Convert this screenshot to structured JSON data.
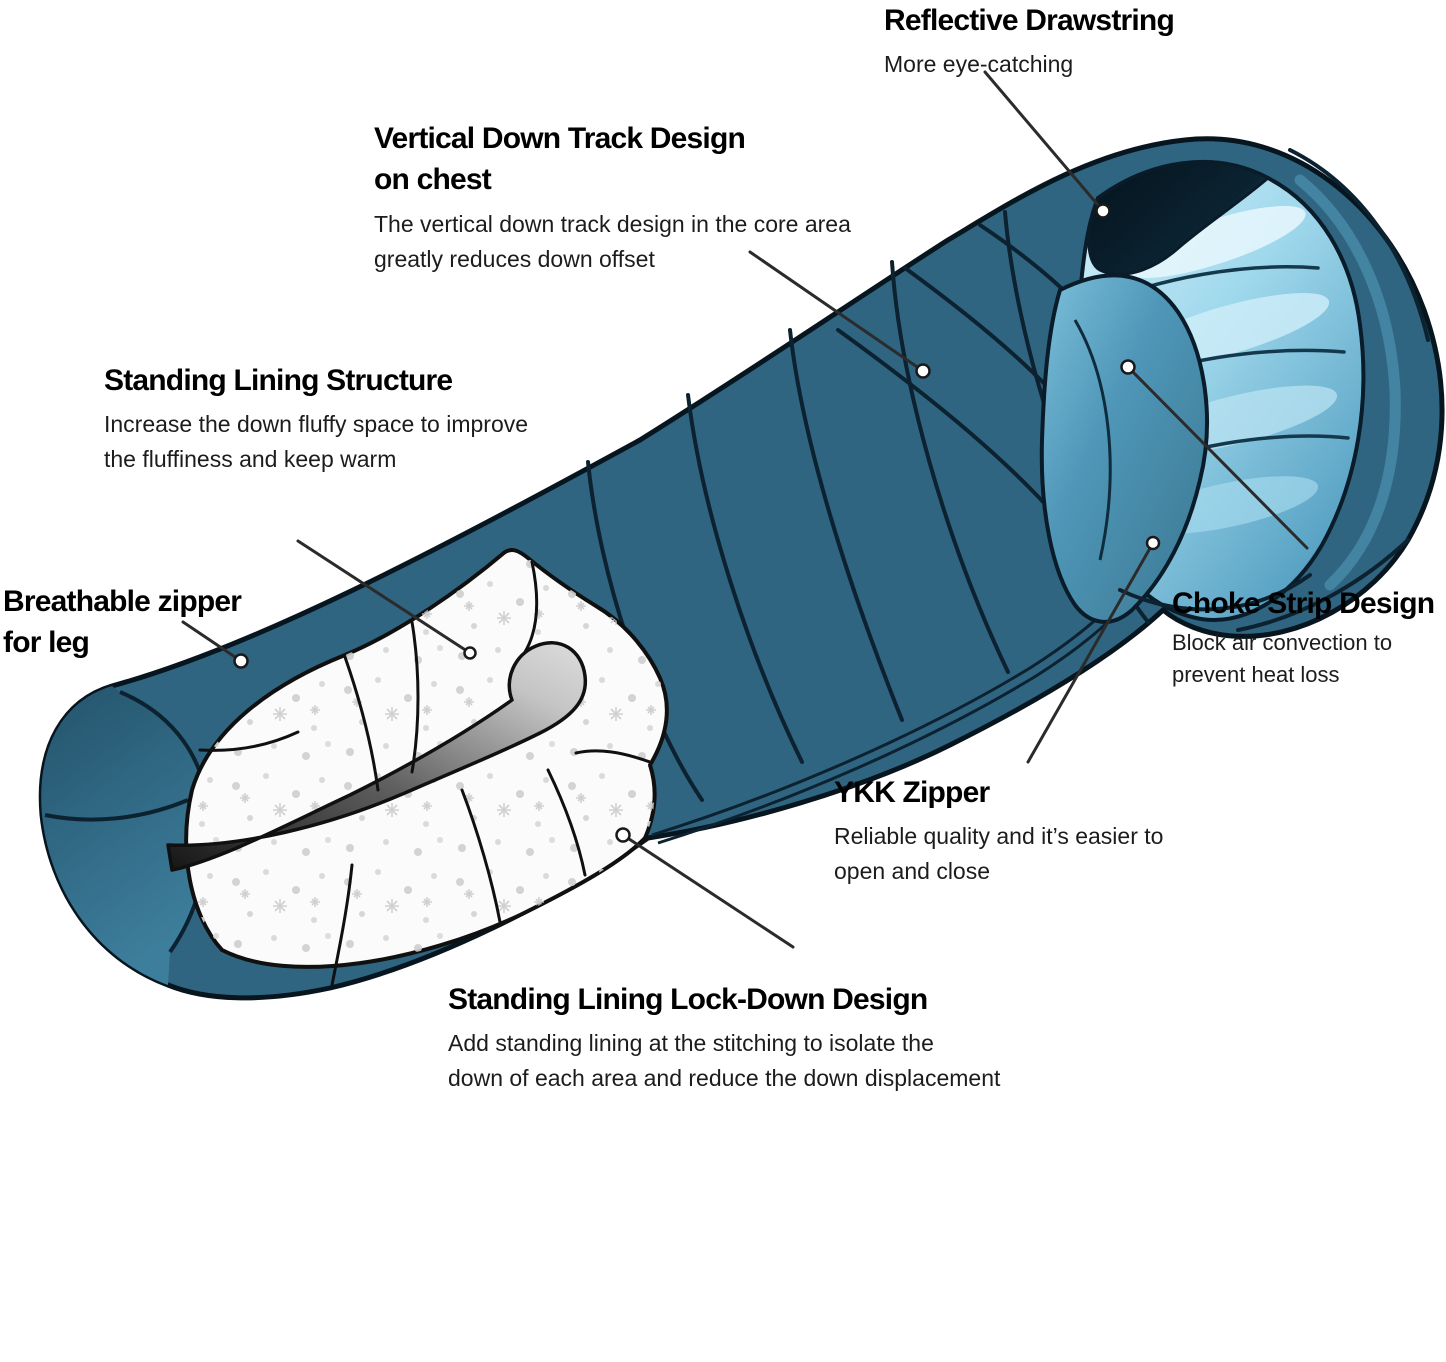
{
  "figure": {
    "type": "product-feature-diagram",
    "subject": "Mummy sleeping bag cutaway illustration with feature callouts",
    "background": "#ffffff",
    "colors": {
      "shell_teal": "#2f6581",
      "shell_dark": "#24536b",
      "shell_light": "#3d7e9c",
      "outline": "#0a1c29",
      "lining_light_blue": "#9fd8ec",
      "lining_deep_blue": "#4e9abe",
      "flap_blue": "#4f96b8",
      "down_white": "#fbfbfb",
      "speckle_gray": "#cfcfcf",
      "channel_dark": "#1a1a1a",
      "channel_light": "#d9d9d9",
      "leader_line": "#2b2b2b",
      "text_heading": "#000000",
      "text_body": "#1c1c1c"
    },
    "callouts": [
      {
        "id": "reflective-drawstring",
        "title": "Reflective Drawstring",
        "description": "More eye-catching"
      },
      {
        "id": "vertical-down-track",
        "title": "Vertical Down Track Design\non chest",
        "description": "The vertical down track design in the core area\ngreatly reduces down offset"
      },
      {
        "id": "standing-lining-structure",
        "title": "Standing Lining Structure",
        "description": "Increase the down fluffy space to improve\nthe fluffiness and keep warm"
      },
      {
        "id": "breathable-zipper",
        "title": "Breathable zipper\nfor leg",
        "description": ""
      },
      {
        "id": "choke-strip",
        "title": "Choke Strip Design",
        "description": "Block air convection to\nprevent heat loss"
      },
      {
        "id": "ykk-zipper",
        "title": "YKK Zipper",
        "description": "Reliable quality and it’s easier to\nopen and close"
      },
      {
        "id": "lock-down-design",
        "title": "Standing Lining Lock-Down Design",
        "description": "Add standing lining at the stitching to isolate the\ndown of each area and reduce the down displacement"
      }
    ]
  }
}
